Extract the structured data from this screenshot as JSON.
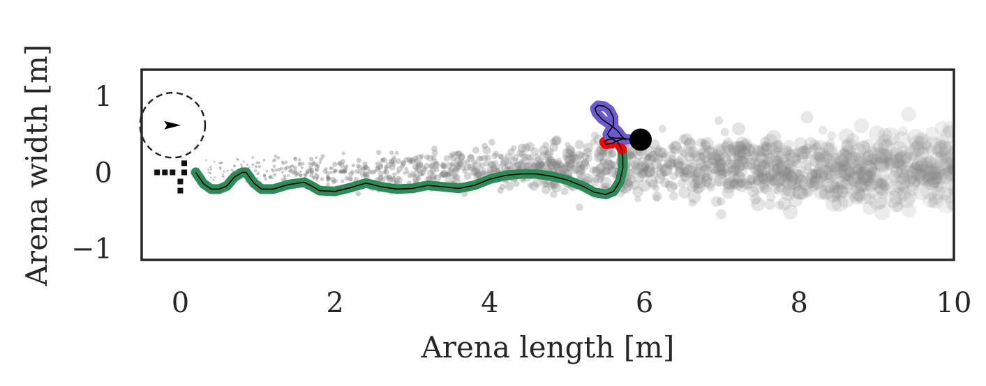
{
  "chart_data": {
    "type": "scatter",
    "xlabel": "Arena length [m]",
    "ylabel": "Arena width [m]",
    "xlim": [
      -0.5,
      10.0
    ],
    "ylim": [
      -1.15,
      1.35
    ],
    "xticks": [
      {
        "v": 0,
        "label": "0"
      },
      {
        "v": 2,
        "label": "2"
      },
      {
        "v": 4,
        "label": "4"
      },
      {
        "v": 6,
        "label": "6"
      },
      {
        "v": 8,
        "label": "8"
      },
      {
        "v": 10,
        "label": "10"
      }
    ],
    "yticks": [
      {
        "v": 1,
        "label": "1"
      },
      {
        "v": 0,
        "label": "0"
      },
      {
        "v": -1,
        "label": "−1"
      }
    ],
    "grid": false,
    "start_marker": {
      "x": -0.1,
      "y": 0.62,
      "radius": 0.42,
      "heading": "right"
    },
    "dotted_marker": [
      [
        -0.3,
        0.0
      ],
      [
        -0.2,
        0.0
      ],
      [
        -0.1,
        0.0
      ],
      [
        0.05,
        0.12
      ],
      [
        0.05,
        0.0
      ],
      [
        0.0,
        -0.12
      ],
      [
        0.0,
        -0.24
      ]
    ],
    "colors": {
      "cloud": "#808080",
      "phase_green": "#2e8b57",
      "phase_red": "#ff0000",
      "phase_purple": "#6a5acd",
      "path": "#000000",
      "endpoint": "#000000",
      "frame": "#262626"
    },
    "cloud_spread": [
      {
        "x": 0.3,
        "y_center": 0.05,
        "half_width": 0.12
      },
      {
        "x": 2.0,
        "y_center": 0.0,
        "half_width": 0.2
      },
      {
        "x": 4.0,
        "y_center": 0.05,
        "half_width": 0.25
      },
      {
        "x": 6.0,
        "y_center": 0.1,
        "half_width": 0.35
      },
      {
        "x": 8.0,
        "y_center": 0.05,
        "half_width": 0.4
      },
      {
        "x": 10.0,
        "y_center": 0.05,
        "half_width": 0.45
      }
    ],
    "series": [
      {
        "phase": "green",
        "x": [
          0.2,
          0.3,
          0.4,
          0.5,
          0.6,
          0.7,
          0.8,
          0.85,
          0.95,
          1.05,
          1.2,
          1.4,
          1.6,
          1.7,
          1.8,
          2.0,
          2.2,
          2.4,
          2.6,
          2.8,
          3.0,
          3.2,
          3.4,
          3.6,
          3.8,
          4.0,
          4.2,
          4.4,
          4.6,
          4.8,
          5.0,
          5.2,
          5.35,
          5.5,
          5.6,
          5.68,
          5.72,
          5.72,
          5.71
        ],
        "y": [
          0.0,
          -0.15,
          -0.22,
          -0.22,
          -0.18,
          -0.06,
          0.0,
          0.0,
          -0.14,
          -0.22,
          -0.22,
          -0.16,
          -0.13,
          -0.18,
          -0.24,
          -0.25,
          -0.2,
          -0.14,
          -0.19,
          -0.22,
          -0.21,
          -0.17,
          -0.19,
          -0.21,
          -0.17,
          -0.09,
          -0.04,
          -0.02,
          -0.02,
          -0.05,
          -0.1,
          -0.18,
          -0.26,
          -0.29,
          -0.25,
          -0.12,
          0.05,
          0.2,
          0.3
        ]
      },
      {
        "phase": "red",
        "x": [
          5.71,
          5.65,
          5.58,
          5.52,
          5.48,
          5.5,
          5.58,
          5.66,
          5.72,
          5.76
        ],
        "y": [
          0.3,
          0.4,
          0.44,
          0.43,
          0.4,
          0.37,
          0.38,
          0.42,
          0.44,
          0.43
        ]
      },
      {
        "phase": "purple",
        "x": [
          5.76,
          5.72,
          5.65,
          5.55,
          5.45,
          5.38,
          5.36,
          5.4,
          5.48,
          5.55,
          5.6,
          5.6,
          5.55,
          5.52,
          5.55,
          5.62,
          5.7,
          5.78,
          5.86,
          5.92
        ],
        "y": [
          0.43,
          0.46,
          0.55,
          0.63,
          0.7,
          0.78,
          0.84,
          0.88,
          0.87,
          0.82,
          0.72,
          0.62,
          0.55,
          0.5,
          0.46,
          0.45,
          0.45,
          0.44,
          0.43,
          0.43
        ]
      }
    ],
    "endpoint": {
      "x": 5.95,
      "y": 0.43
    }
  }
}
